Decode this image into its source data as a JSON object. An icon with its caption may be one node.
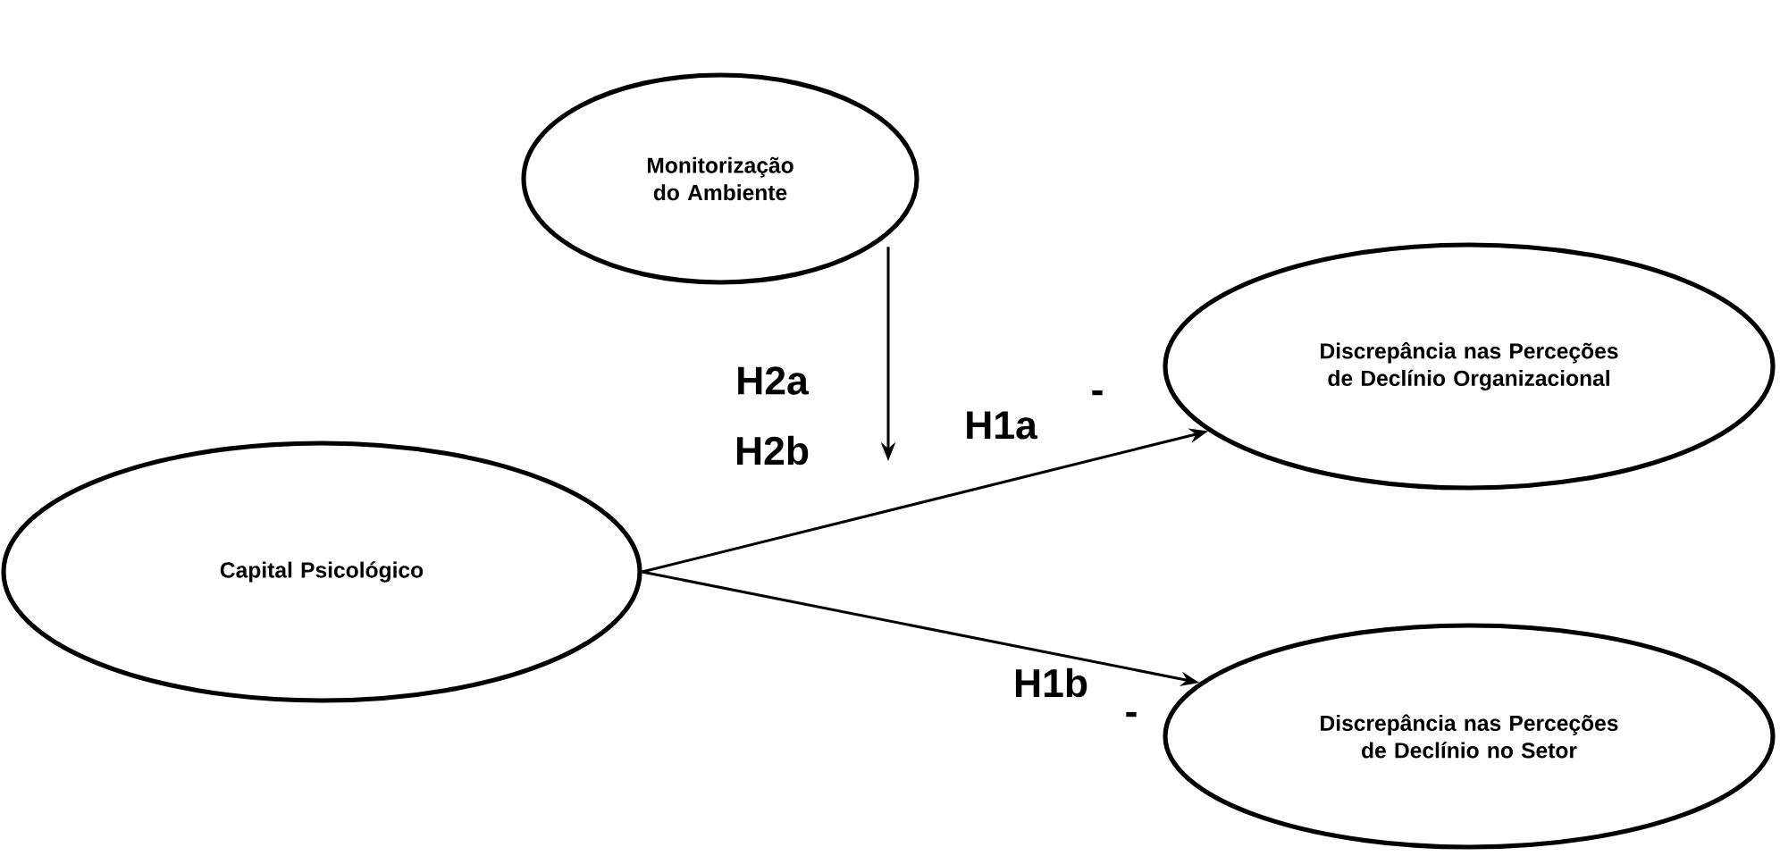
{
  "diagram": {
    "nodes": [
      {
        "text": [
          "Monitorização do Ambiente"
        ]
      },
      {
        "text": [
          "Discrepância nas Perceções de Declínio Organizacional"
        ]
      },
      {
        "text": [
          "Capital Psicológico"
        ]
      },
      {
        "text": [
          "Discrepância nas Perceções de Declínio no Setor"
        ]
      }
    ],
    "edges": [
      {
        "from": 2,
        "to": 1,
        "arrow": "to",
        "label": "H1a"
      },
      {
        "from": 2,
        "to": 3,
        "arrow": "to",
        "label": "H1b"
      },
      {
        "from": 0,
        "to": null,
        "arrow": "to"
      }
    ],
    "labels": [
      "H2a",
      "H2b",
      "-",
      "-"
    ]
  }
}
